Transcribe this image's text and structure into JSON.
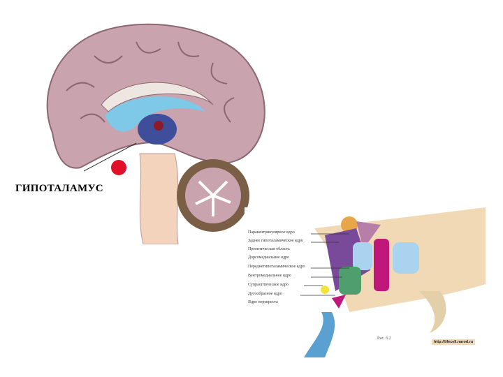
{
  "slide": {
    "title": "ГИПОТАЛАМУС"
  },
  "figure": {
    "labels": [
      "Паравентрикулярное ядро",
      "Заднее гипоталамическое ядро",
      "Преоптическая область",
      "Дорсомедиальное ядро",
      "Переднегипоталамическое ядро",
      "Вентромедиальное ядро",
      "Супраоптическое ядро",
      "Дугообразное ядро",
      "Ядро перекреста"
    ],
    "caption": "Рис. 6.2",
    "url": "http://lifecell.narod.ru"
  }
}
